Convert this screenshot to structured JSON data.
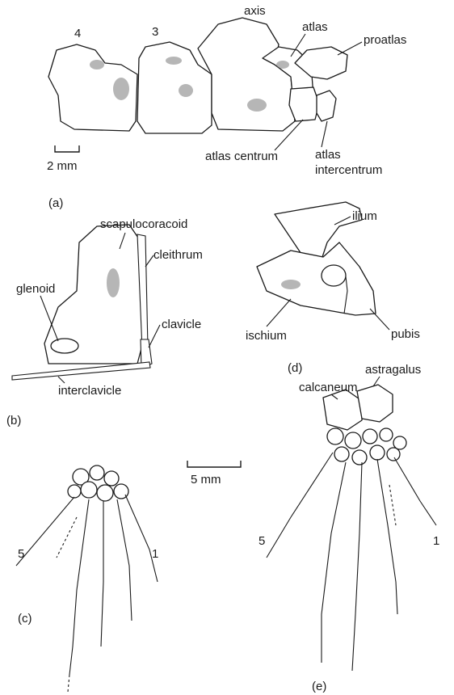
{
  "panels": {
    "a": {
      "tag": "(a)",
      "labels": {
        "axis": "axis",
        "atlas": "atlas",
        "proatlas": "proatlas",
        "atlas_centrum": "atlas centrum",
        "atlas_intercentrum_1": "atlas",
        "atlas_intercentrum_2": "intercentrum",
        "vert_4": "4",
        "vert_3": "3"
      },
      "scale_label": "2 mm"
    },
    "b": {
      "tag": "(b)",
      "labels": {
        "scapulocoracoid": "scapulocoracoid",
        "cleithrum": "cleithrum",
        "glenoid": "glenoid",
        "clavicle": "clavicle",
        "interclavicle": "interclavicle"
      }
    },
    "c": {
      "tag": "(c)",
      "digit_5": "5",
      "digit_1": "1"
    },
    "d": {
      "tag": "(d)",
      "labels": {
        "ilium": "ilium",
        "pubis": "pubis",
        "ischium": "ischium"
      }
    },
    "e": {
      "tag": "(e)",
      "labels": {
        "astragalus": "astragalus",
        "calcaneum": "calcaneum"
      },
      "digit_5": "5",
      "digit_1": "1"
    }
  },
  "shared_scale_label": "5 mm"
}
